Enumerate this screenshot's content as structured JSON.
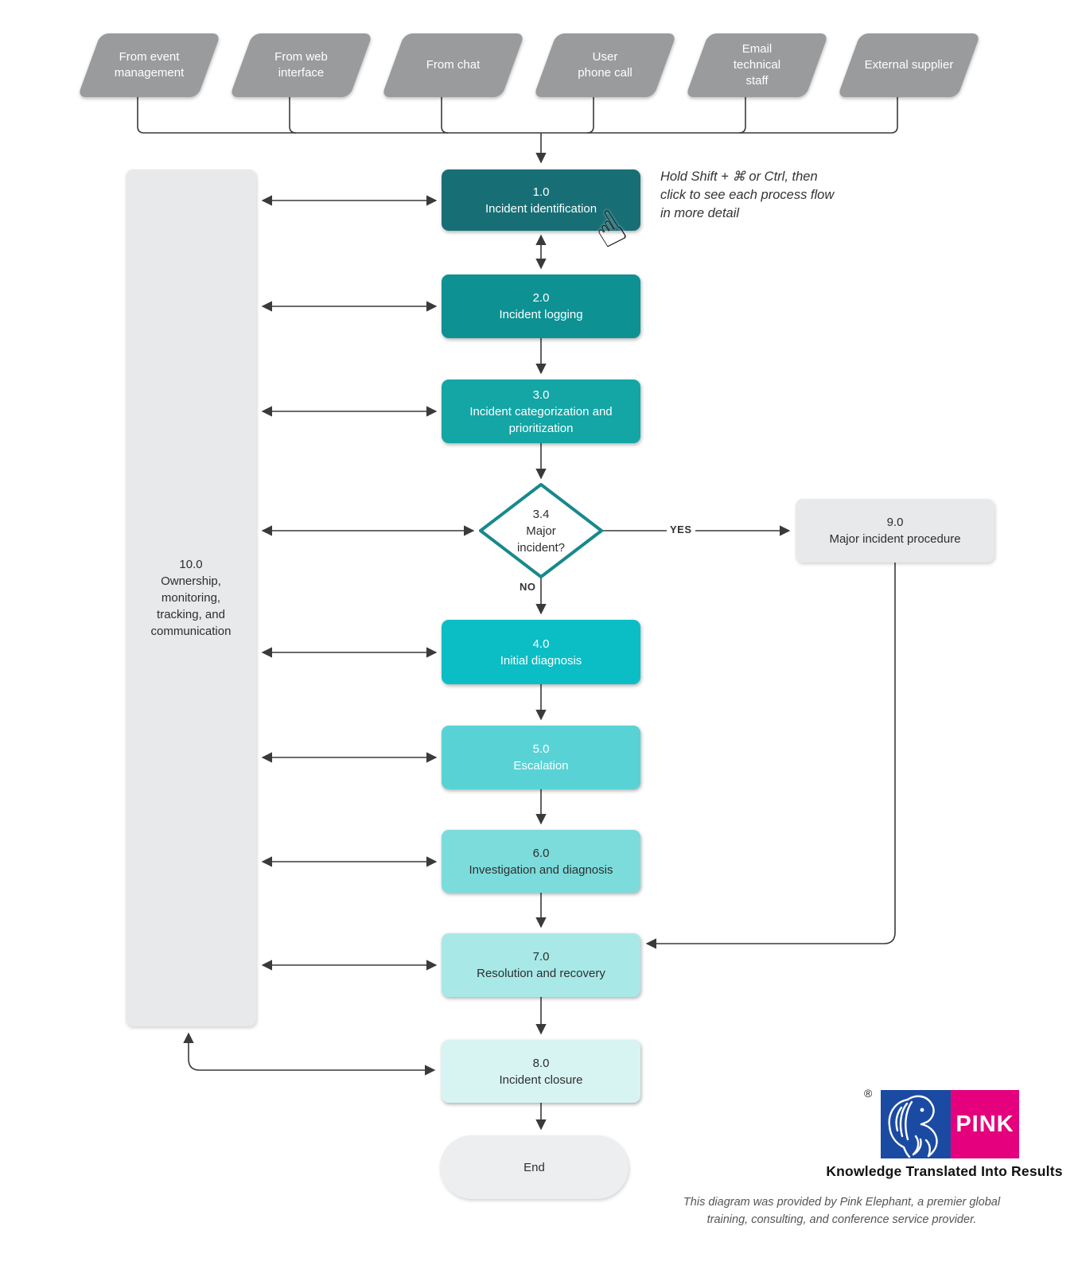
{
  "sources": [
    "From event management",
    "From web interface",
    "From chat",
    "User phone call",
    "Email technical staff",
    "External supplier"
  ],
  "nodes": {
    "n1": {
      "id": "1.0",
      "label": "Incident identification"
    },
    "n2": {
      "id": "2.0",
      "label": "Incident logging"
    },
    "n3": {
      "id": "3.0",
      "label": "Incident categorization and prioritization"
    },
    "d34": {
      "id": "3.4",
      "label": "Major incident?"
    },
    "n4": {
      "id": "4.0",
      "label": "Initial diagnosis"
    },
    "n5": {
      "id": "5.0",
      "label": "Escalation"
    },
    "n6": {
      "id": "6.0",
      "label": "Investigation and diagnosis"
    },
    "n7": {
      "id": "7.0",
      "label": "Resolution and recovery"
    },
    "n8": {
      "id": "8.0",
      "label": "Incident closure"
    },
    "n9": {
      "id": "9.0",
      "label": "Major incident procedure"
    },
    "n10": {
      "id": "10.0",
      "label": "Ownership, monitoring, tracking, and communication"
    },
    "end": {
      "label": "End"
    }
  },
  "edge_labels": {
    "yes": "YES",
    "no": "NO"
  },
  "hint": {
    "text": "Hold Shift + ⌘ or Ctrl, then click to see each process flow in more detail",
    "glyph": "☝"
  },
  "branding": {
    "registered": "®",
    "logo_text": "PINK",
    "tagline": "Knowledge Translated Into Results",
    "attribution": "This diagram was provided by Pink Elephant, a premier global training, consulting, and conference service provider."
  },
  "palette": {
    "source_gray": "#9a9b9c",
    "step1": "#176f75",
    "step2": "#0d9193",
    "step3": "#14a5a5",
    "step4": "#0bbec6",
    "step5": "#58d2d5",
    "step6": "#7cdcdc",
    "step7": "#a8e9e8",
    "step8": "#d7f4f2",
    "neutral": "#e8e9ea",
    "end_fill": "#eceeef",
    "diamond_border": "#17898c",
    "arrow": "#3a3a3a",
    "logo_blue": "#1b4aa2",
    "logo_magenta": "#e5007d"
  }
}
